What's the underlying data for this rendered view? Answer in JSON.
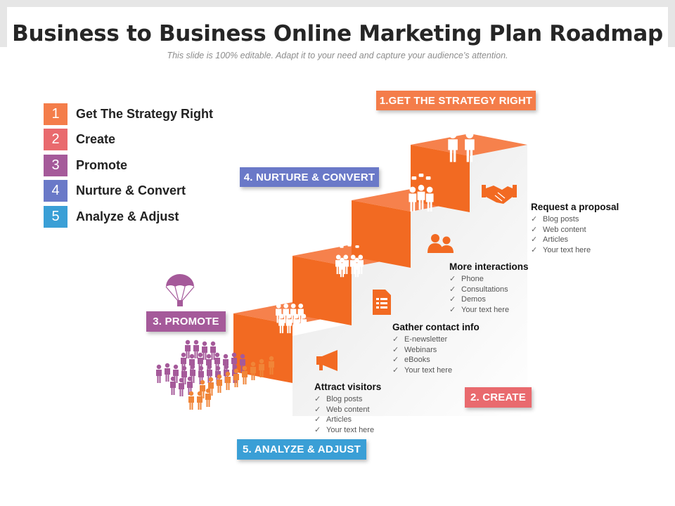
{
  "title": "Business to Business Online Marketing Plan Roadmap",
  "subtitle": "This slide is 100% editable. Adapt it to your need and capture your audience’s attention.",
  "legend": [
    {
      "num": "1",
      "label": "Get The Strategy Right",
      "color": "#f47d4a"
    },
    {
      "num": "2",
      "label": "Create",
      "color": "#e96a6e"
    },
    {
      "num": "3",
      "label": "Promote",
      "color": "#a55a9a"
    },
    {
      "num": "4",
      "label": "Nurture & Convert",
      "color": "#6a79c8"
    },
    {
      "num": "5",
      "label": "Analyze & Adjust",
      "color": "#3a9fd6"
    }
  ],
  "tags": {
    "strategy": "1.GET THE STRATEGY RIGHT",
    "nurture": "4. NURTURE & CONVERT",
    "promote": "3. PROMOTE",
    "create": "2. CREATE",
    "analyze": "5. ANALYZE & ADJUST"
  },
  "blocks": {
    "proposal": {
      "heading": "Request a proposal",
      "items": [
        "Blog posts",
        "Web content",
        "Articles",
        "Your text here"
      ]
    },
    "interactions": {
      "heading": "More interactions",
      "items": [
        "Phone",
        "Consultations",
        "Demos",
        "Your text here"
      ]
    },
    "contact": {
      "heading": "Gather contact info",
      "items": [
        "E-newsletter",
        "Webinars",
        "eBooks",
        "Your text here"
      ]
    },
    "attract": {
      "heading": "Attract visitors",
      "items": [
        "Blog posts",
        "Web content",
        "Articles",
        "Your text here"
      ]
    }
  },
  "check_mark": "✓",
  "colors": {
    "stair_top": "#f6814c",
    "stair_riser": "#f26a22",
    "stair_side": "#eeeeee"
  },
  "icons": [
    "people-pair-icon",
    "handshake-icon",
    "team-chat-icon",
    "user-group-icon",
    "group-chat-icon",
    "document-list-icon",
    "crowd-icon",
    "megaphone-icon",
    "parachute-icon",
    "crowd-purple-icon",
    "crowd-orange-icon"
  ]
}
